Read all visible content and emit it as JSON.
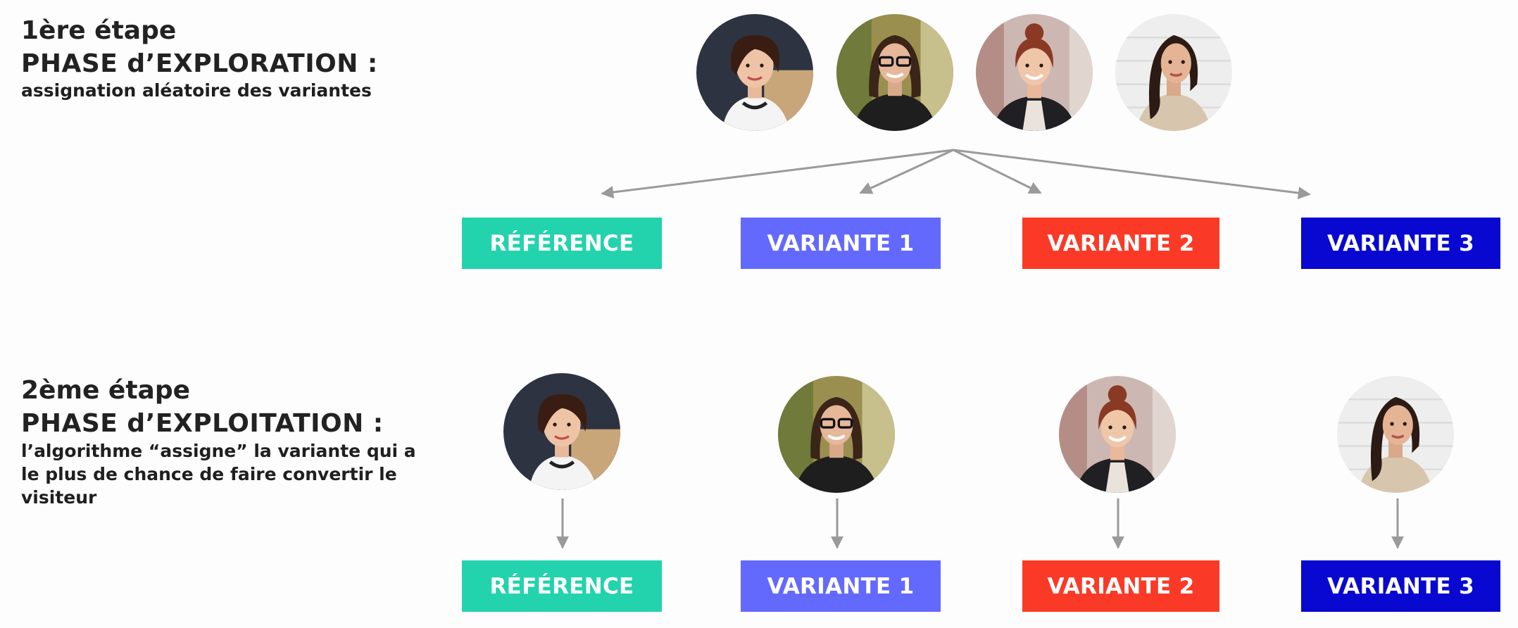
{
  "stage1": {
    "step": "1ère étape",
    "phase": "PHASE d’EXPLORATION :",
    "description": "assignation aléatoire des variantes"
  },
  "stage2": {
    "step": "2ème étape",
    "phase": "PHASE d’EXPLOITATION :",
    "description_lines": [
      "l’algorithme “assigne” la variante qui a",
      "le plus de chance de faire convertir le",
      "visiteur"
    ]
  },
  "variants": [
    {
      "label": "RÉFÉRENCE",
      "color": "#22d3ad"
    },
    {
      "label": "VARIANTE 1",
      "color": "#6469fd"
    },
    {
      "label": "VARIANTE 2",
      "color": "#fa3a26"
    },
    {
      "label": "VARIANTE 3",
      "color": "#0808d0"
    }
  ],
  "colors": {
    "arrow": "#9a9a9a",
    "text": "#222222",
    "background": "#fdfdfd"
  },
  "visitors": [
    {
      "icon": "visitor-short-hair-photo"
    },
    {
      "icon": "visitor-glasses-photo"
    },
    {
      "icon": "visitor-red-hair-photo"
    },
    {
      "icon": "visitor-long-dark-hair-photo"
    }
  ]
}
